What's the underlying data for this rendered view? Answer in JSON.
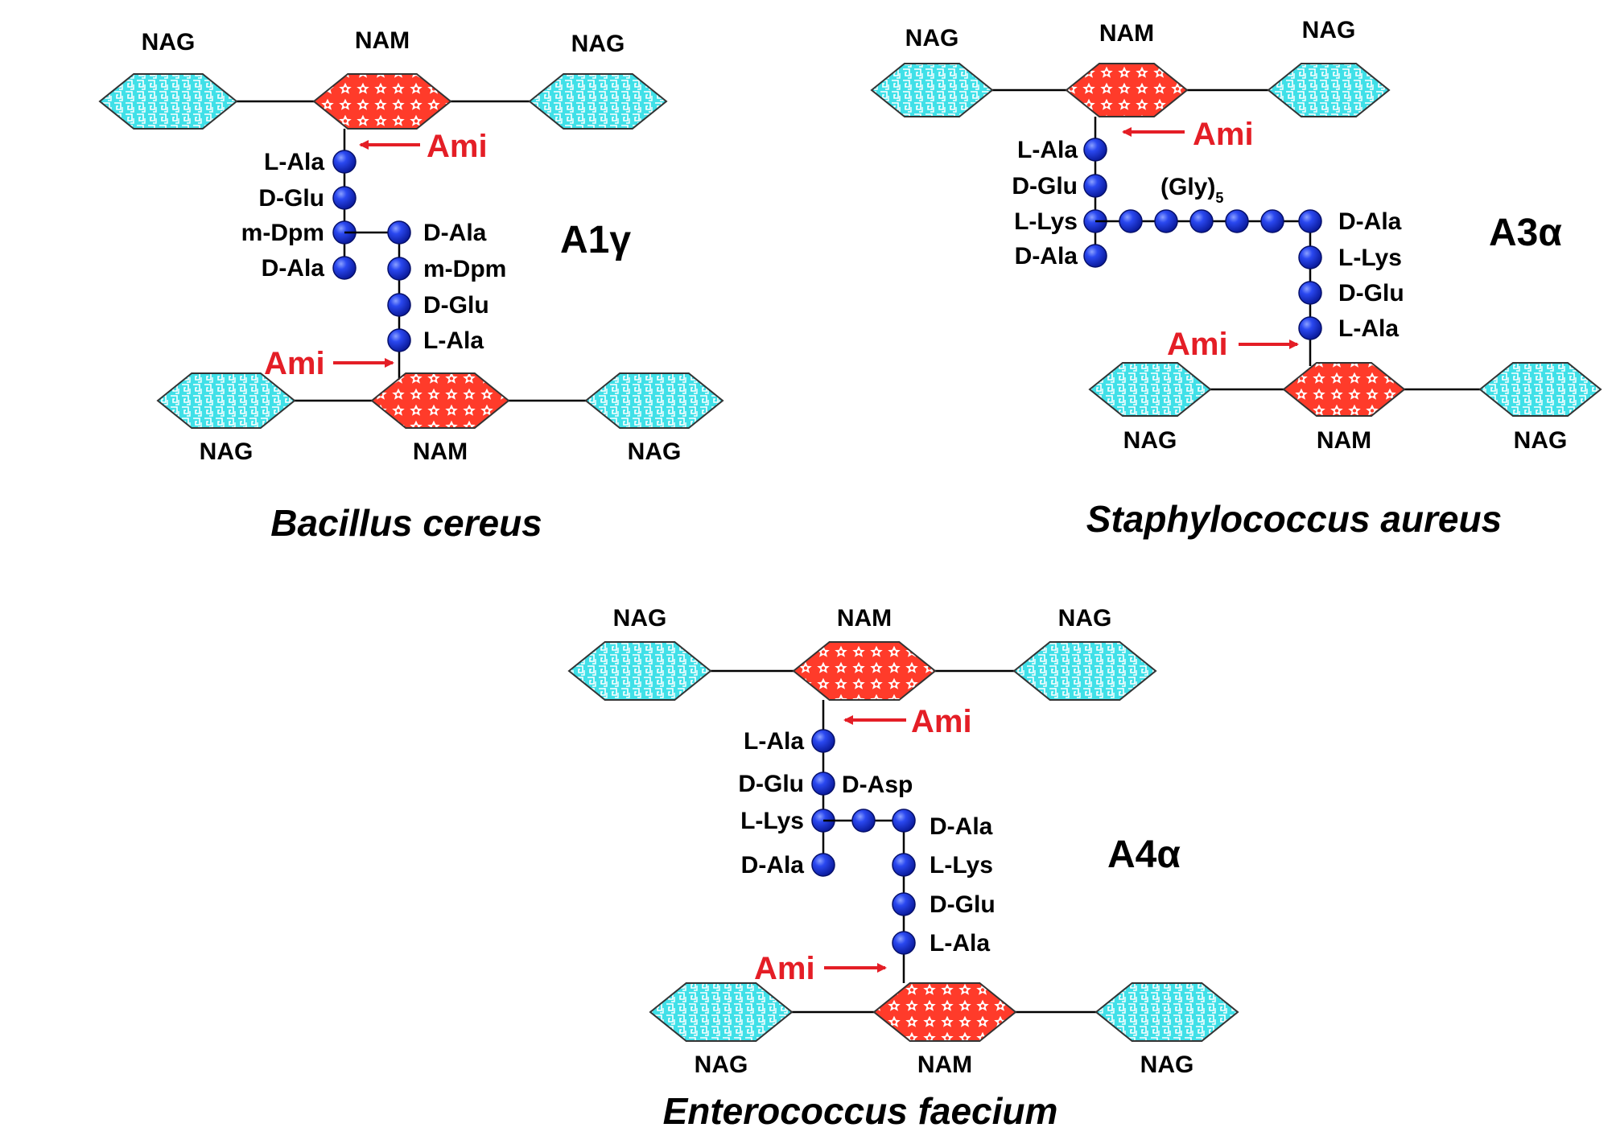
{
  "colors": {
    "nag_fill": "#40e0e8",
    "nam_fill": "#ff3b2a",
    "residue": "#1330e0",
    "bond": "#000000",
    "ami_arrow": "#e41e26"
  },
  "panels": {
    "bacillus": {
      "species": "Bacillus cereus",
      "type": "A1γ",
      "top_sugars": [
        "NAG",
        "NAM",
        "NAG"
      ],
      "bottom_sugars": [
        "NAG",
        "NAM",
        "NAG"
      ],
      "left_stem": [
        "L-Ala",
        "D-Glu",
        "m-Dpm",
        "D-Ala"
      ],
      "right_stem": [
        "D-Ala",
        "m-Dpm",
        "D-Glu",
        "L-Ala"
      ],
      "ami_top": "Ami",
      "ami_bottom": "Ami"
    },
    "staph": {
      "species": "Staphylococcus aureus",
      "type": "A3α",
      "top_sugars": [
        "NAG",
        "NAM",
        "NAG"
      ],
      "bottom_sugars": [
        "NAG",
        "NAM",
        "NAG"
      ],
      "left_stem": [
        "L-Ala",
        "D-Glu",
        "L-Lys",
        "D-Ala"
      ],
      "right_stem": [
        "D-Ala",
        "L-Lys",
        "D-Glu",
        "L-Ala"
      ],
      "bridge": "(Gly)",
      "bridge_sub": "5",
      "ami_top": "Ami",
      "ami_bottom": "Ami"
    },
    "entero": {
      "species": "Enterococcus faecium",
      "type": "A4α",
      "top_sugars": [
        "NAG",
        "NAM",
        "NAG"
      ],
      "bottom_sugars": [
        "NAG",
        "NAM",
        "NAG"
      ],
      "left_stem": [
        "L-Ala",
        "D-Glu",
        "L-Lys",
        "D-Ala"
      ],
      "bridge": "D-Asp",
      "right_stem": [
        "D-Ala",
        "L-Lys",
        "D-Glu",
        "L-Ala"
      ],
      "ami_top": "Ami",
      "ami_bottom": "Ami"
    }
  }
}
